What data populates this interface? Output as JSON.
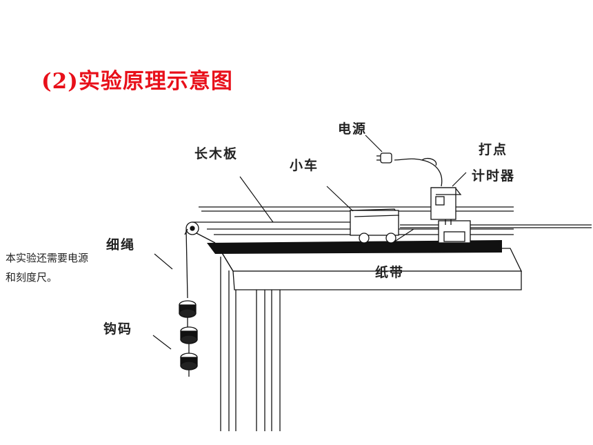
{
  "title": "(2)实验原理示意图",
  "colors": {
    "title": "#e8101a",
    "line": "#111111",
    "board": "#111111"
  },
  "note": "本实验还需要电源和刻度尺。",
  "labels": {
    "power": "电源",
    "timer_line1": "打点",
    "timer_line2": "计时器",
    "board": "长木板",
    "cart": "小车",
    "string": "细绳",
    "tape": "纸带",
    "weights": "钩码"
  }
}
